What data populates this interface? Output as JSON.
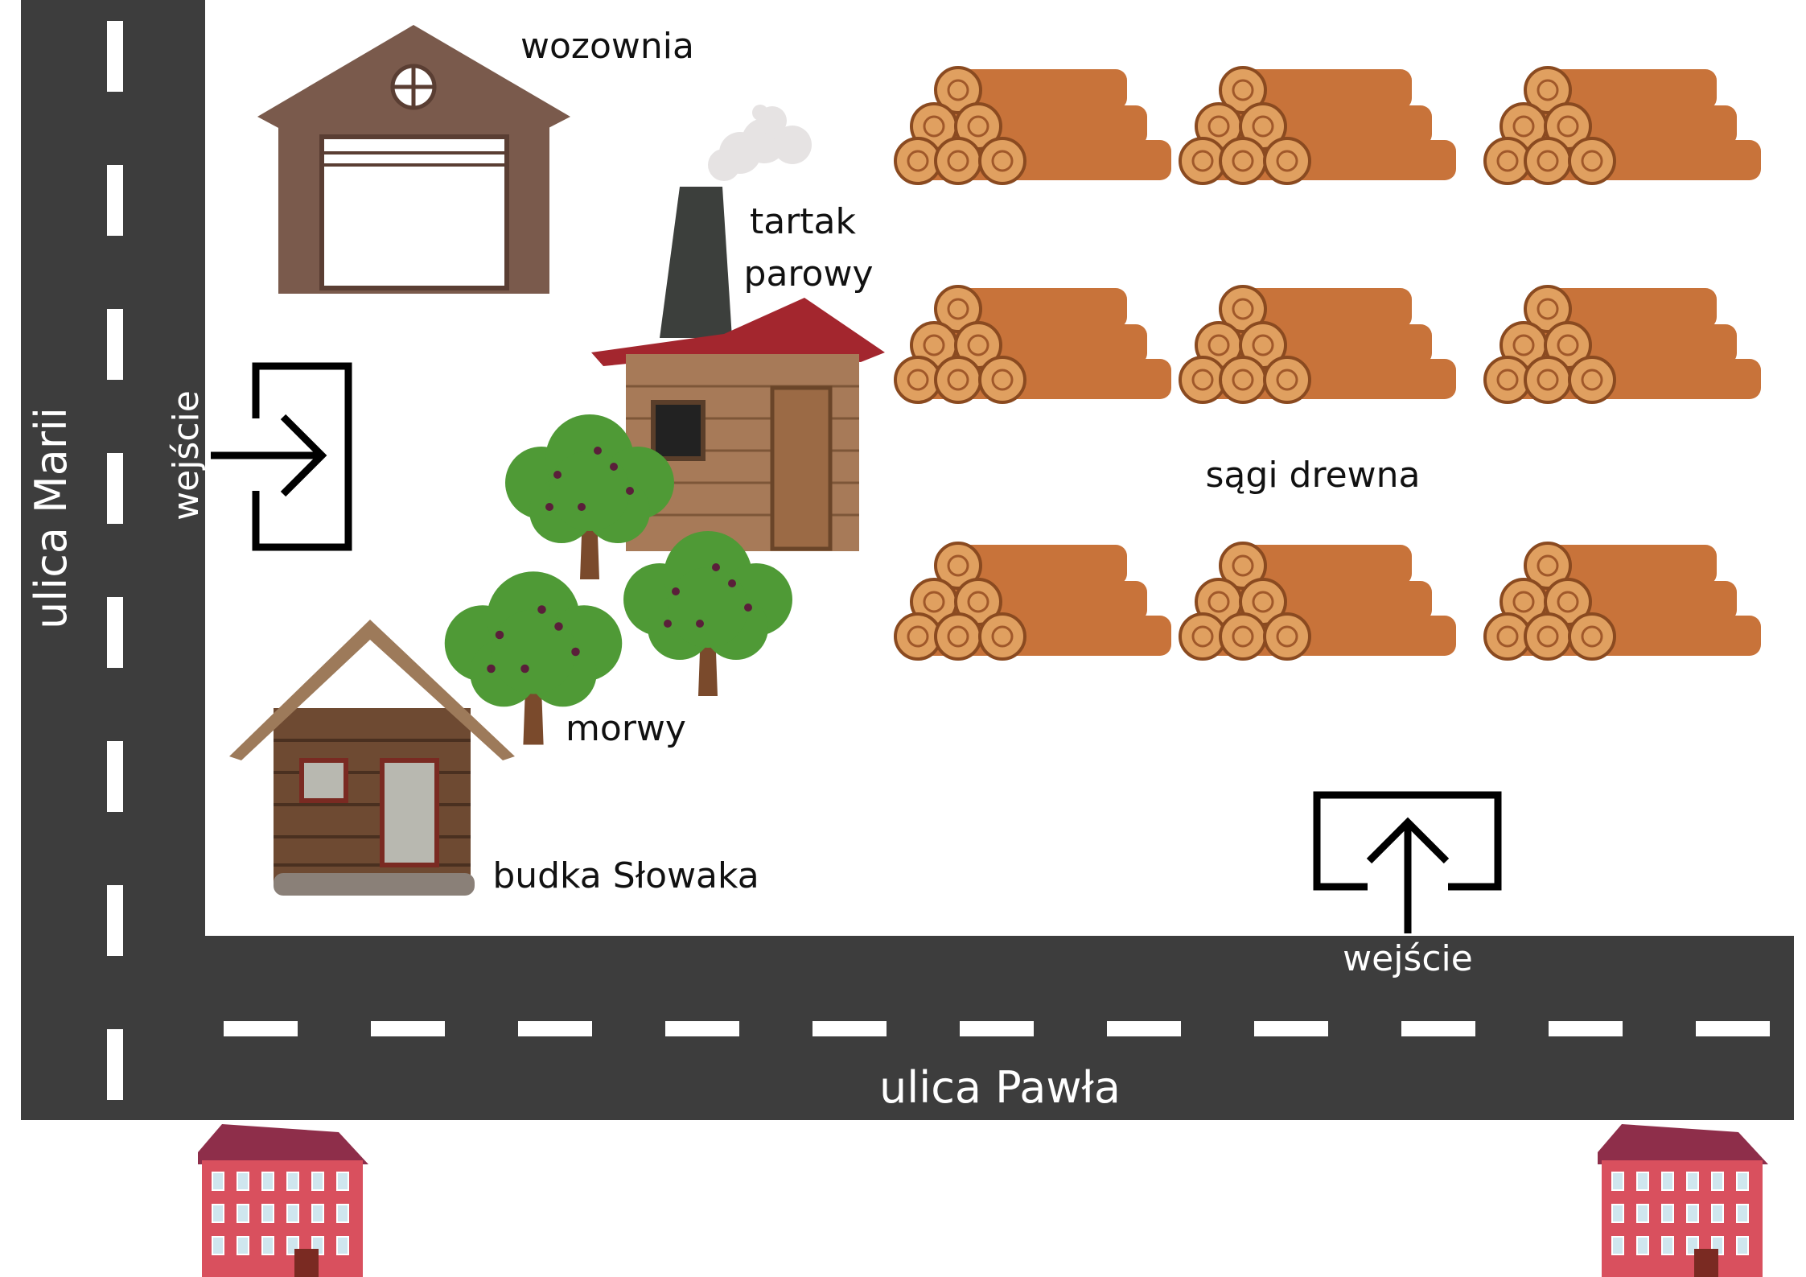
{
  "labels": {
    "garage": "wozownia",
    "sawmill_line1": "tartak",
    "sawmill_line2": "parowy",
    "woodpiles": "sągi drewna",
    "trees": "morwy",
    "cabin": "budka Słowaka",
    "entrance_left": "wejście",
    "entrance_bottom": "wejście",
    "street_vertical": "ulica Marii",
    "street_horizontal": "ulica Pawła"
  },
  "colors": {
    "road": "#3d3d3d",
    "road_marking": "#ffffff",
    "garage": "#7a5a4c",
    "logs": "#c8733a",
    "log_ends": "#e0a060",
    "tree": "#4f9a36",
    "trunk": "#7a4a2c",
    "building": "#d9505e",
    "roof": "#8e2e4a"
  },
  "icons": {
    "entrance": "enter-arrow-icon"
  }
}
